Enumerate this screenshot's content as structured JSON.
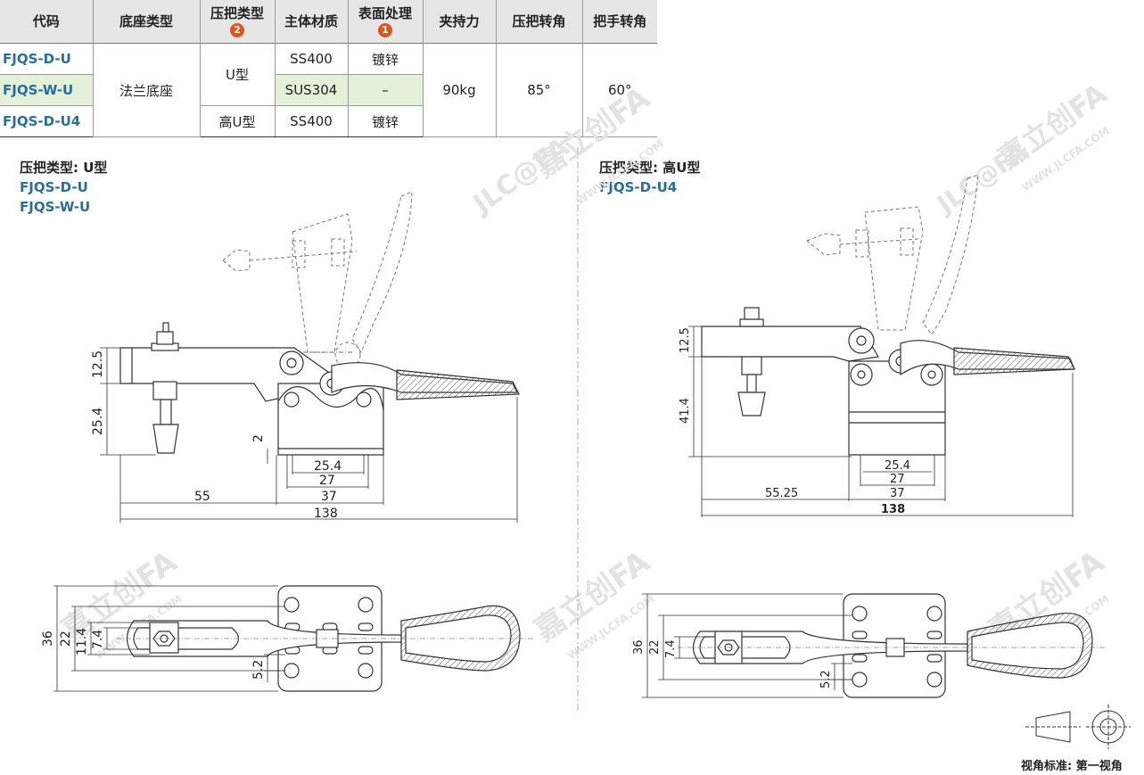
{
  "table": {
    "headers": {
      "code": "代码",
      "base_type": "底座类型",
      "clamp_type": "压把类型",
      "clamp_type_badge": "2",
      "material": "主体材质",
      "surface": "表面处理",
      "surface_badge": "1",
      "holding": "夹持力",
      "clamp_angle": "压把转角",
      "handle_angle": "把手转角"
    },
    "rows": [
      {
        "code": "FJQS-D-U",
        "material": "SS400",
        "surface": "镀锌"
      },
      {
        "code": "FJQS-W-U",
        "material": "SUS304",
        "surface": "–"
      },
      {
        "code": "FJQS-D-U4",
        "clamp_type": "高U型",
        "material": "SS400",
        "surface": "镀锌"
      }
    ],
    "merged": {
      "base_type": "法兰底座",
      "clamp_type_u": "U型",
      "holding": "90kg",
      "clamp_angle": "85°",
      "handle_angle": "60°"
    }
  },
  "left_view": {
    "type_label": "压把类型: U型",
    "codes": [
      "FJQS-D-U",
      "FJQS-W-U"
    ],
    "dims": {
      "h1": "12.5",
      "h2": "25.4",
      "gap": "2",
      "w1": "25.4",
      "w2": "27",
      "w3": "37",
      "w4": "55",
      "w5": "138"
    },
    "top_dims": {
      "d1": "36",
      "d2": "22",
      "d3": "11.4",
      "d4": "7.4",
      "d5": "5.2"
    }
  },
  "right_view": {
    "type_label": "压把类型: 高U型",
    "code": "FJQS-D-U4",
    "dims": {
      "h1": "12.5",
      "h2": "41.4",
      "w1": "25.4",
      "w2": "27",
      "w3": "37",
      "w4": "55.25",
      "w5": "138"
    },
    "top_dims": {
      "d1": "36",
      "d2": "22",
      "d3": "7.4",
      "d4": "5.2"
    }
  },
  "watermark": {
    "brand": "JLC@FA",
    "cn": "嘉立创FA",
    "url": "WWW.JLCFA.COM"
  },
  "footnote": "视角标准: 第一视角",
  "colors": {
    "code_blue": "#2b6f98",
    "badge": "#e0551e",
    "highlight": "#e4f0d8",
    "header_bg": "#e6e6e6"
  }
}
